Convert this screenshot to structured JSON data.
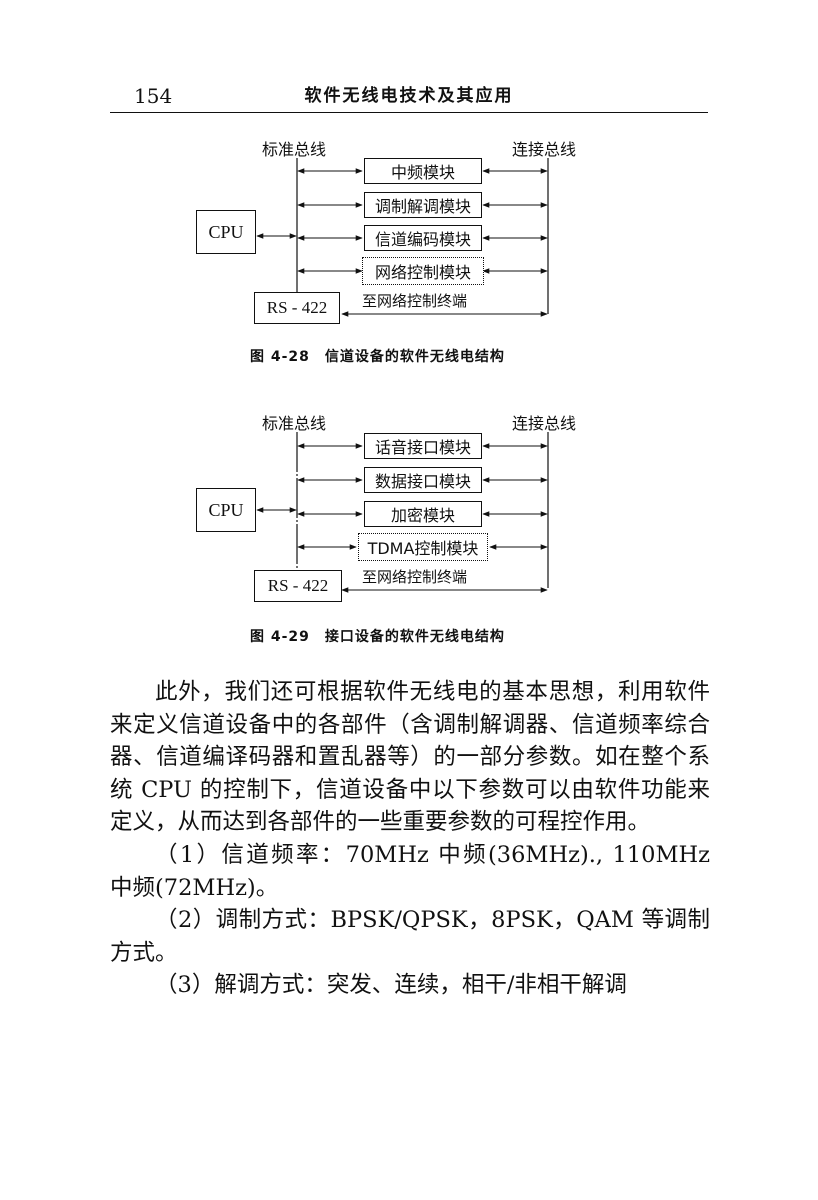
{
  "header": {
    "page_number": "154",
    "title": "软件无线电技术及其应用"
  },
  "figure1": {
    "bus_left": "标准总线",
    "bus_right": "连接总线",
    "cpu": "CPU",
    "modules": [
      "中频模块",
      "调制解调模块",
      "信道编码模块",
      "网络控制模块"
    ],
    "rs": "RS - 422",
    "link": "至网络控制终端",
    "caption": "图 4-28　信道设备的软件无线电结构"
  },
  "figure2": {
    "bus_left": "标准总线",
    "bus_right": "连接总线",
    "cpu": "CPU",
    "modules": [
      "话音接口模块",
      "数据接口模块",
      "加密模块",
      "TDMA控制模块"
    ],
    "rs": "RS - 422",
    "link": "至网络控制终端",
    "caption": "图 4-29　接口设备的软件无线电结构"
  },
  "body": {
    "p1": "此外，我们还可根据软件无线电的基本思想，利用软件来定义信道设备中的各部件（含调制解调器、信道频率综合器、信道编译码器和置乱器等）的一部分参数。如在整个系统 CPU 的控制下，信道设备中以下参数可以由软件功能来定义，从而达到各部件的一些重要参数的可程控作用。",
    "p2": "（1）信道频率：70MHz 中频(36MHz)., 110MHz 中频(72MHz)。",
    "p3": "（2）调制方式：BPSK/QPSK，8PSK，QAM 等调制方式。",
    "p4": "（3）解调方式：突发、连续，相干/非相干解调"
  }
}
